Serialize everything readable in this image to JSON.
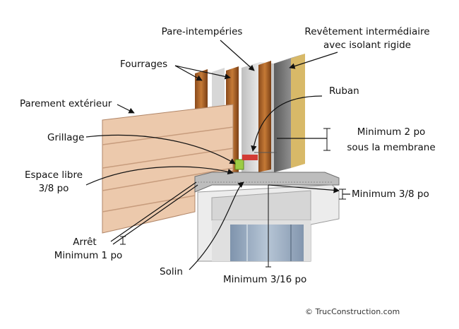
{
  "labels": {
    "pare_intemperies": "Pare-intempéries",
    "revetement_line1": "Revêtement intermédiaire",
    "revetement_line2": "avec isolant rigide",
    "fourrages": "Fourrages",
    "ruban": "Ruban",
    "parement_exterieur": "Parement extérieur",
    "grillage": "Grillage",
    "min2_line1": "Minimum 2 po",
    "min2_line2": "sous la membrane",
    "espace_libre_line1": "Espace libre",
    "espace_libre_line2": "3/8 po",
    "min38": "Minimum 3/8 po",
    "arret_line1": "Arrêt",
    "arret_line2": "Minimum 1 po",
    "solin": "Solin",
    "min316": "Minimum 3/16 po"
  },
  "credit": "© TrucConstruction.com",
  "colors": {
    "siding": "#ecc9ac",
    "siding_line": "#c79c7d",
    "furring": "#b86a2c",
    "wrb": "#d3d3d3",
    "sheathing": "#7b7b7b",
    "insulation": "#d8b968",
    "frame": "#ececec",
    "glass": "#8ea3bb",
    "tape": "#d23b35",
    "mesh": "#9ccc44"
  }
}
